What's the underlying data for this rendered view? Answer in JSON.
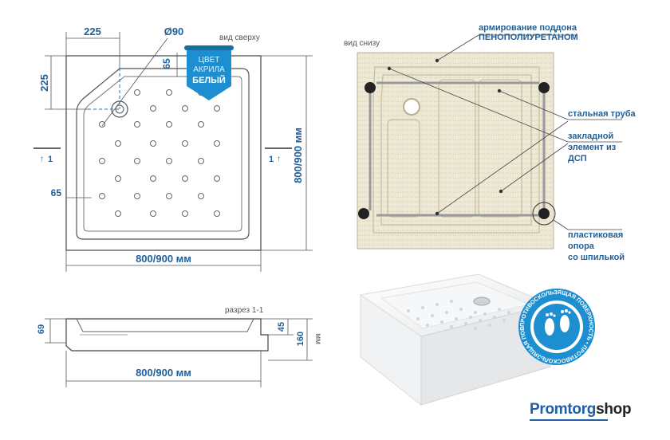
{
  "top_view": {
    "dim_225_h": "225",
    "dim_225_v": "225",
    "dim_diameter": "Ø90",
    "dim_65_top": "65",
    "dim_65_left": "65",
    "view_label": "вид сверху",
    "section_marker": "1",
    "dim_side": "800/900 мм",
    "dim_bottom": "800/900 мм"
  },
  "color_tag": {
    "line1": "ЦВЕТ",
    "line2": "АКРИЛА",
    "line3": "БЕЛЫЙ",
    "color": "#1d8fd0"
  },
  "bottom_view": {
    "view_label": "вид снизу",
    "label_reinforcement_1": "армирование поддона",
    "label_reinforcement_2": "ПЕНОПОЛИУРЕТАНОМ",
    "label_pipe": "стальная труба",
    "label_insert_1": "закладной",
    "label_insert_2": "элемент из",
    "label_insert_3": "ДСП",
    "label_support_1": "пластиковая",
    "label_support_2": "опора",
    "label_support_3": "со шпилькой"
  },
  "section_view": {
    "title": "разрез 1-1",
    "dim_69": "69",
    "dim_45": "45",
    "dim_160": "160",
    "dim_unit": "мм",
    "dim_width": "800/900 мм"
  },
  "badge": {
    "ring_text": "ПРОТИВОСКОЛЬЗЯЩАЯ ПОВЕРХНОСТЬ • ПРОТИВОСКОЛЬЗЯЩАЯ ПОВЕРХНОСТЬ •",
    "color": "#1d8fd0"
  },
  "logo": {
    "part1": "Promtorg",
    "part2": "shop"
  }
}
